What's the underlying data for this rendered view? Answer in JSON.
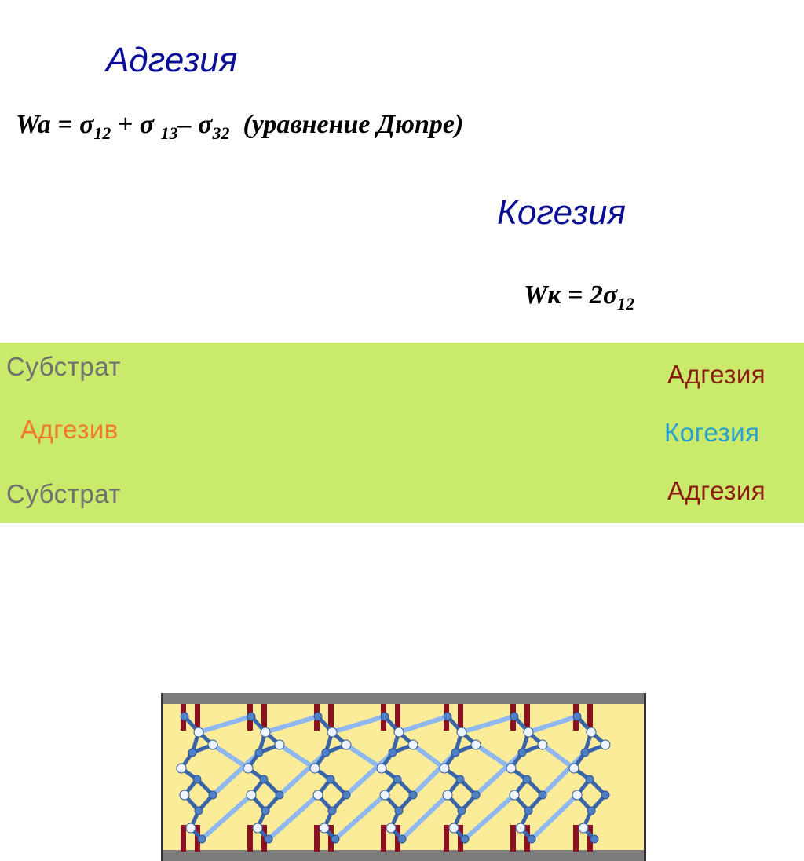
{
  "adhesion_title": "Адгезия",
  "dupre_equation": {
    "lhs": "Wa = σ",
    "sub1": "12",
    "plus": " + σ ",
    "sub2": "13",
    "minus": "– σ",
    "sub3": "32",
    "note": "  (уравнение Дюпре)"
  },
  "cohesion_title": "Когезия",
  "cohesion_equation": {
    "lhs": "Wк = 2σ",
    "sub": "12"
  },
  "diagram": {
    "left_labels": [
      "Субстрат",
      "Адгезив",
      "Субстрат"
    ],
    "right_labels": [
      "Адгезия",
      "Когезия",
      "Адгезия"
    ],
    "colors": {
      "band": "#c9ea6a",
      "panel": "#fbec9a",
      "substrate_bar": "#7c7c7c",
      "anchor": "#8b1020",
      "bond_strong": "#3a64a8",
      "bond_weak": "#8fb8f0",
      "substrate_text": "#707070",
      "adhesive_text": "#f07a2a",
      "adhesion_text": "#8b1a10",
      "cohesion_text": "#2aa0d0"
    }
  }
}
